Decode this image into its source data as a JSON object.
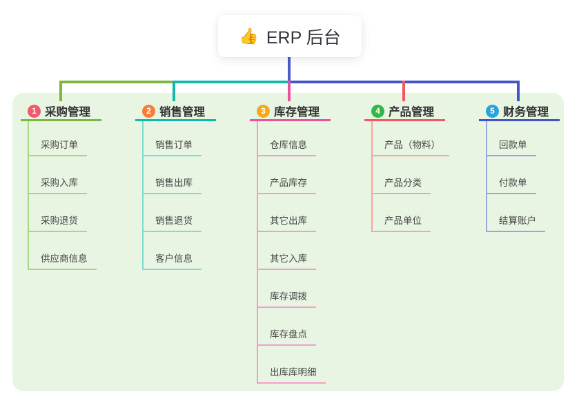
{
  "root": {
    "title": "ERP 后台",
    "icon": "thumbs-up-icon",
    "emoji": "👍",
    "line_color": "#4d5bc8"
  },
  "canvas": {
    "background": "#e8f5e2"
  },
  "branches": [
    {
      "index": "1",
      "label": "采购管理",
      "badge_color": "#ee5b6d",
      "line_color": "#7cb83f",
      "item_line_color": "#a9d584",
      "items": [
        "采购订单",
        "采购入库",
        "采购退货",
        "供应商信息"
      ]
    },
    {
      "index": "2",
      "label": "销售管理",
      "badge_color": "#f87d3b",
      "line_color": "#14b8ab",
      "item_line_color": "#7edcd1",
      "items": [
        "销售订单",
        "销售出库",
        "销售退货",
        "客户信息"
      ]
    },
    {
      "index": "3",
      "label": "库存管理",
      "badge_color": "#f8a81c",
      "line_color": "#e8519e",
      "item_line_color": "#f19fca",
      "items": [
        "仓库信息",
        "产品库存",
        "其它出库",
        "其它入库",
        "库存调拨",
        "库存盘点",
        "出库库明细"
      ]
    },
    {
      "index": "4",
      "label": "产品管理",
      "badge_color": "#2eb84b",
      "line_color": "#f4575f",
      "item_line_color": "#f8a3a6",
      "items": [
        "产品（物料）",
        "产品分类",
        "产品单位"
      ]
    },
    {
      "index": "5",
      "label": "财务管理",
      "badge_color": "#2aa2dc",
      "line_color": "#4156c5",
      "item_line_color": "#97a6e0",
      "items": [
        "回款单",
        "付款单",
        "结算账户"
      ]
    }
  ]
}
